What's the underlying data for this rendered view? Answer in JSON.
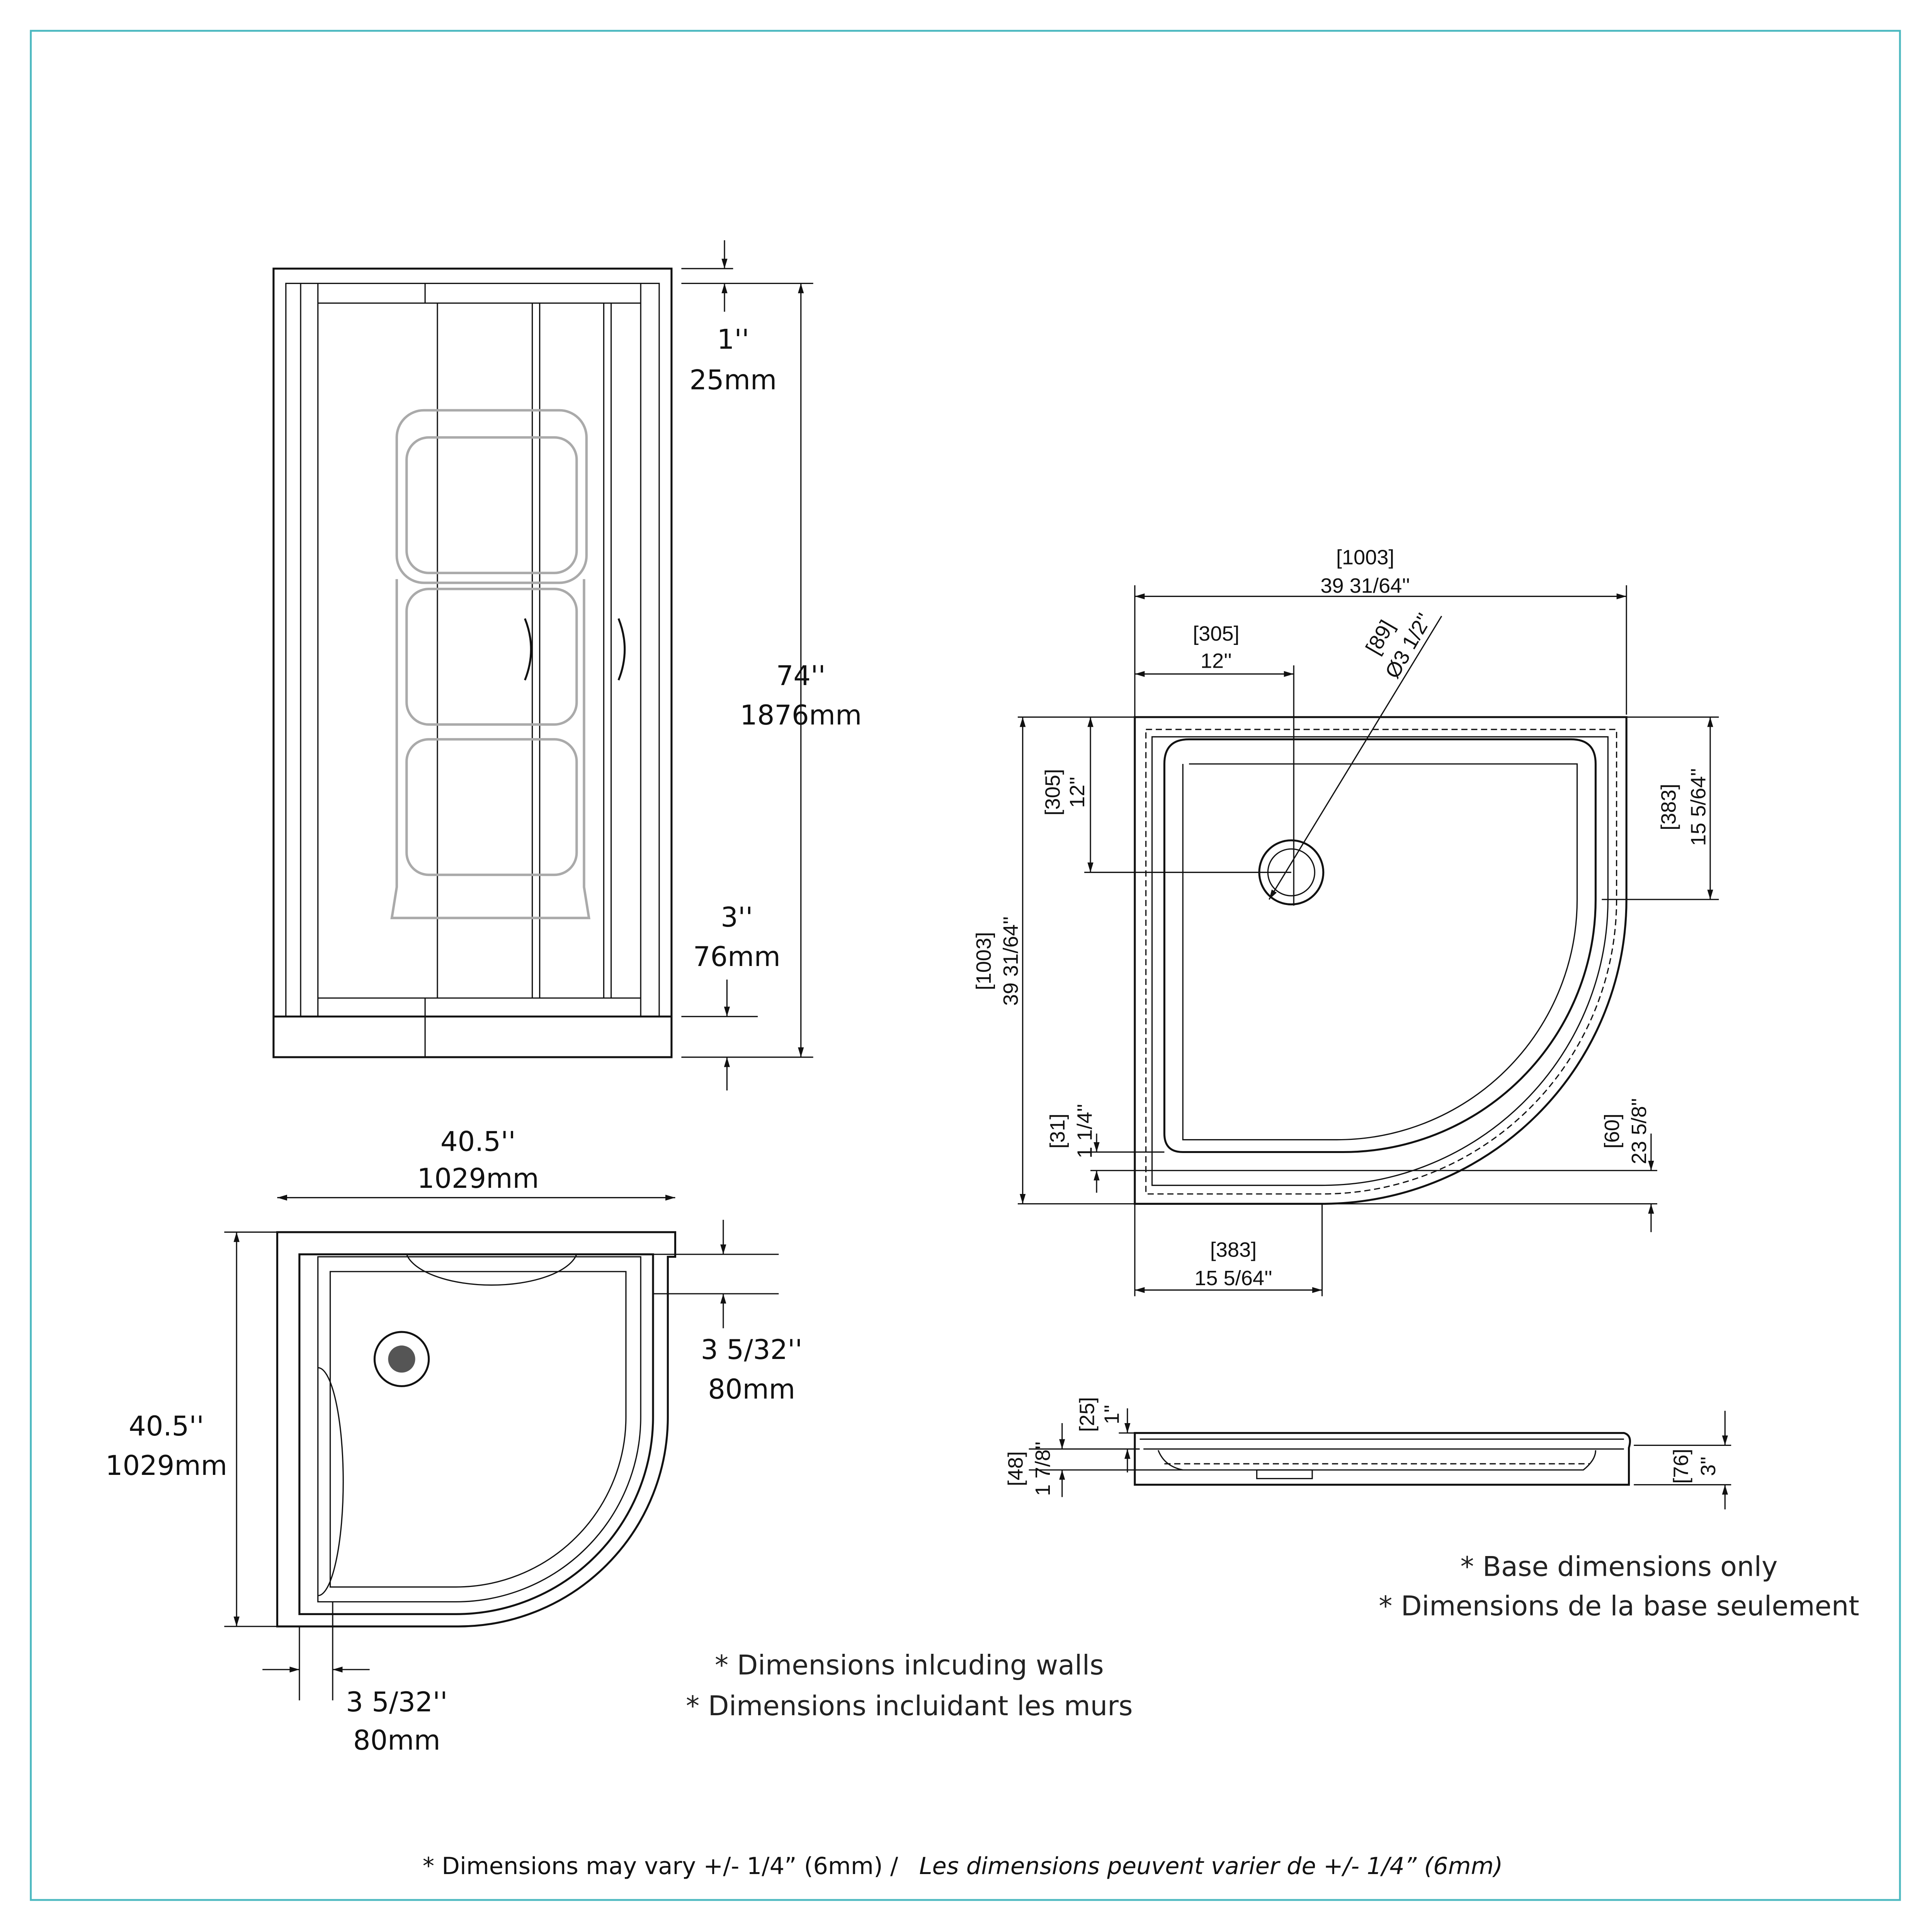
{
  "border_color": "#4bb8c0",
  "front_view": {
    "top_gap": {
      "imperial": "1''",
      "metric": "25mm"
    },
    "height": {
      "imperial": "74''",
      "metric": "1876mm"
    },
    "base_height": {
      "imperial": "3''",
      "metric": "76mm"
    }
  },
  "plan_view": {
    "width": {
      "imperial": "40.5''",
      "metric": "1029mm"
    },
    "depth": {
      "imperial": "40.5''",
      "metric": "1029mm"
    },
    "wall_right": {
      "imperial": "3 5/32''",
      "metric": "80mm"
    },
    "wall_bottom": {
      "imperial": "3 5/32''",
      "metric": "80mm"
    },
    "note_en": "* Dimensions inlcuding walls",
    "note_fr": "* Dimensions incluidant les murs"
  },
  "base_plan": {
    "overall_width": {
      "metric": "[1003]",
      "imperial": "39 31/64''"
    },
    "drain_offset_x": {
      "metric": "[305]",
      "imperial": "12''"
    },
    "drain_diameter": {
      "metric": "[89]",
      "imperial": "Ø3 1/2''"
    },
    "drain_offset_y": {
      "metric": "[305]",
      "imperial": "12''"
    },
    "overall_depth": {
      "metric": "[1003]",
      "imperial": "39 31/64''"
    },
    "right_straight": {
      "metric": "[383]",
      "imperial": "15 5/64''"
    },
    "lip_left": {
      "metric": "[31]",
      "imperial": "1 1/4''"
    },
    "lip_right": {
      "metric": "[60]",
      "imperial": "23 5/8''"
    },
    "bottom_straight": {
      "metric": "[383]",
      "imperial": "15 5/64''"
    }
  },
  "base_profile": {
    "top_lip": {
      "metric": "[25]",
      "imperial": "1''"
    },
    "pan_depth": {
      "metric": "[48]",
      "imperial": "1 7/8''"
    },
    "total_height": {
      "metric": "[76]",
      "imperial": "3''"
    },
    "note_en": "* Base dimensions only",
    "note_fr": "* Dimensions de la base seulement"
  },
  "footer": {
    "en": "* Dimensions may vary +/- 1/4” (6mm) /",
    "fr": "Les dimensions peuvent varier de +/- 1/4” (6mm)"
  }
}
